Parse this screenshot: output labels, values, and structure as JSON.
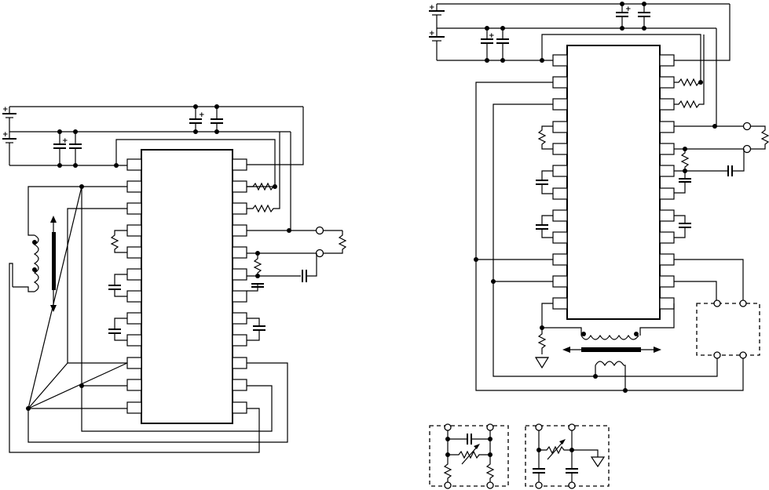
{
  "figure": {
    "left_circuit": {
      "ic_pins_per_side": 12,
      "polarity_marks": [
        "+",
        "+",
        "+",
        "+",
        "+"
      ]
    },
    "right_circuit": {
      "ic_pins_per_side": 12,
      "polarity_marks": [
        "+",
        "+",
        "+",
        "+"
      ]
    },
    "insets": [
      "bridge-network-inset",
      "filter-network-inset"
    ]
  }
}
